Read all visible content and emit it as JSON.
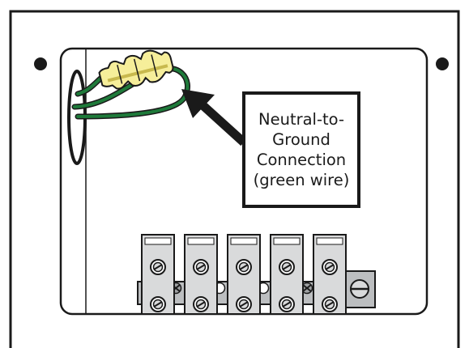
{
  "callout": {
    "lines": [
      "Neutral-to-",
      "Ground",
      "Connection",
      "(green wire)"
    ]
  },
  "colors": {
    "outline": "#1a1a1a",
    "wire": "#1e7a3a",
    "wire_nut": "#f6ee9a",
    "wire_nut_shadow": "#c8b94e",
    "terminal_bar": "#bcbec0",
    "terminal_block": "#d9dadb",
    "background": "#ffffff"
  },
  "icons": [
    "wire-nut-icon",
    "screw-icon",
    "arrow-icon"
  ]
}
